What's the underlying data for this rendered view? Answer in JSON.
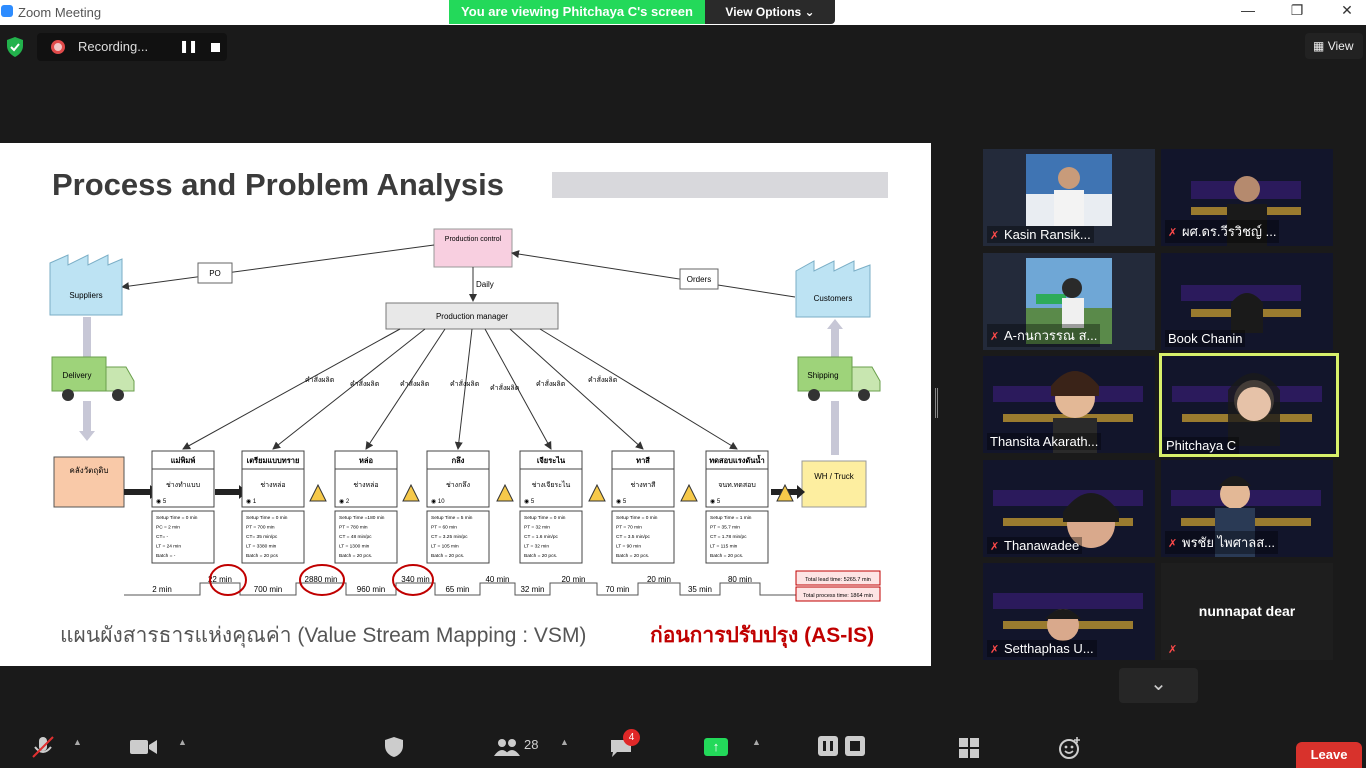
{
  "window": {
    "title": "Zoom Meeting",
    "minimize": "—",
    "restore": "❐",
    "close": "✕"
  },
  "banner": {
    "viewing": "You are viewing Phitchaya C's screen",
    "view_options": "View Options ⌄"
  },
  "recording": {
    "label": "Recording..."
  },
  "view_button": {
    "label": "View"
  },
  "slide": {
    "title": "Process and Problem Analysis",
    "footer_left": "แผนผังสารธารแห่งคุณค่า (Value Stream Mapping : VSM)",
    "footer_right": "ก่อนการปรับปรุง (AS-IS)",
    "vsm": {
      "production_control": "Production control",
      "production_manager": "Production manager",
      "daily": "Daily",
      "po": "PO",
      "orders": "Orders",
      "suppliers": "Suppliers",
      "customers": "Customers",
      "delivery": "Delivery",
      "shipping": "Shipping",
      "raw_store": "คลังวัตถุดิบ",
      "wh_truck": "WH / Truck",
      "order_label": "คำสั่งผลิต",
      "processes": [
        {
          "name": "แม่พิมพ์",
          "worker": "ช่างทำแบบ",
          "count": "5",
          "data": [
            "Setup Time = 0 min",
            "PC = 2 min",
            "CT= -",
            "LT = 24 min",
            "Batch = -"
          ]
        },
        {
          "name": "เตรียมแบบทราย",
          "worker": "ช่างหล่อ",
          "count": "1",
          "data": [
            "Setup Time = 0 min",
            "PT = 700 min",
            "CT= 35 min/pc",
            "LT = 3380 min",
            "Batch = 20 pcs"
          ]
        },
        {
          "name": "หล่อ",
          "worker": "ช่างหล่อ",
          "count": "2",
          "data": [
            "Setup Time =180 min",
            "PT = 780 min",
            "CT = 48 min/pc",
            "LT = 1300 min",
            "Batch = 20 pcs."
          ]
        },
        {
          "name": "กลึง",
          "worker": "ช่างกลึง",
          "count": "10",
          "data": [
            "Setup Time = 5 min",
            "PT = 60 min",
            "CT = 3.25 min/pc",
            "LT = 105 min",
            "Batch = 20 pcs."
          ]
        },
        {
          "name": "เจียระไน",
          "worker": "ช่างเจียระไน",
          "count": "5",
          "data": [
            "Setup Time = 0 min",
            "PT = 32 min",
            "CT = 1.6 min/pc",
            "LT = 32 min",
            "Batch = 20 pcs."
          ]
        },
        {
          "name": "ทาสี",
          "worker": "ช่างทาสี",
          "count": "5",
          "data": [
            "Setup Time = 0 min",
            "PT = 70 min",
            "CT = 3.5 min/pc",
            "LT = 90 min",
            "Batch = 20 pcs."
          ]
        },
        {
          "name": "ทดสอบแรงดันน้ำ",
          "worker": "จนท.ทดสอบ",
          "count": "5",
          "data": [
            "Setup Time = 1 min",
            "PT = 35.7 min",
            "CT = 1.78 min/pc",
            "LT = 115 min",
            "Batch = 20 pcs."
          ]
        }
      ],
      "timeline_wait": [
        "2 min",
        "700 min",
        "960 min",
        "65 min",
        "32 min",
        "70 min",
        "35 min"
      ],
      "timeline_proc": [
        "22 min",
        "2880 min",
        "340 min",
        "40 min",
        "20 min",
        "20 min",
        "80 min"
      ],
      "total_lead": "Total lead time: 5265.7 min",
      "total_process": "Total process time: 1864 min"
    }
  },
  "participants": [
    {
      "name": "Kasin Ransik...",
      "muted": true
    },
    {
      "name": "ผศ.ดร.วีรวิชญ์ ...",
      "muted": true
    },
    {
      "name": "A-กนกวรรณ ส...",
      "muted": true
    },
    {
      "name": "Book Chanin",
      "muted": false
    },
    {
      "name": "Thansita Akarath...",
      "muted": false
    },
    {
      "name": "Phitchaya C",
      "muted": false
    },
    {
      "name": "Thanawadee",
      "muted": true
    },
    {
      "name": "พรชัย ไพศาลส...",
      "muted": true
    },
    {
      "name": "Setthaphas U...",
      "muted": true
    },
    {
      "name": "nunnapat dear",
      "muted": true
    }
  ],
  "toolbar": {
    "participants_count": "28",
    "chat_badge": "4",
    "leave": "Leave"
  },
  "colors": {
    "accent_green": "#23d95a",
    "leave_red": "#d8322c",
    "active_speaker": "#d8f06a",
    "footer_red": "#c00000"
  }
}
